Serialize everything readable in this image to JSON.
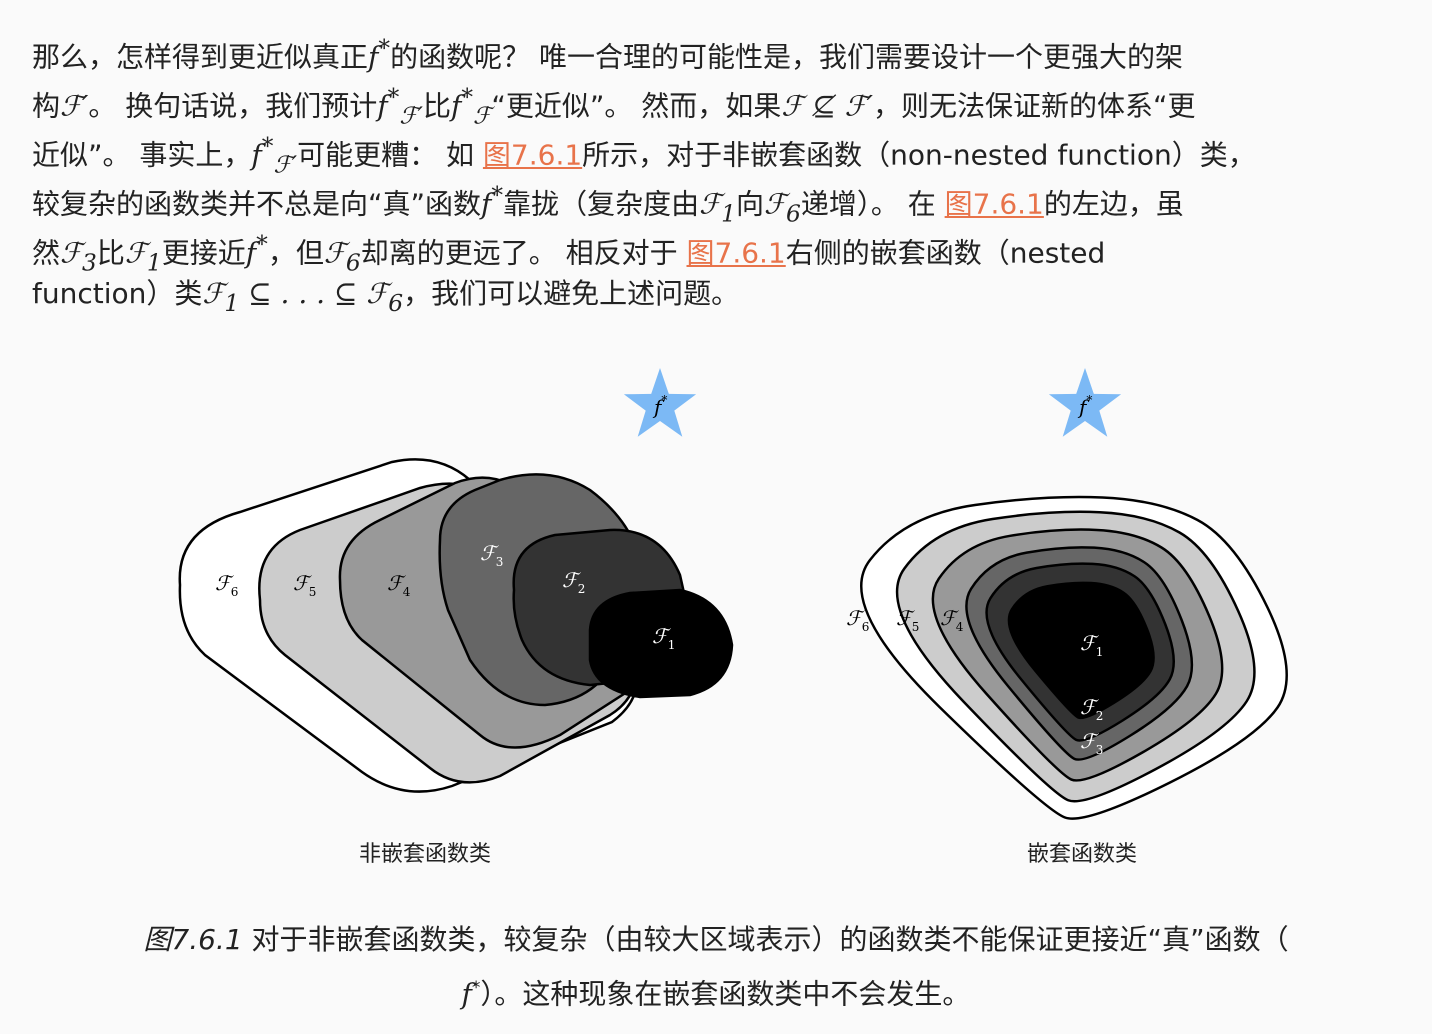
{
  "paragraph": {
    "lines": [
      [
        [
          "t",
          "那么，怎样得到更近似真正"
        ],
        [
          "m",
          "f"
        ],
        [
          "sup",
          "*"
        ],
        [
          "t",
          "的函数呢？ 唯一合理的可能性是，我们需要设计一个更强大的架"
        ]
      ],
      [
        [
          "t",
          "构"
        ],
        [
          "m",
          "ℱ′"
        ],
        [
          "t",
          "。 换句话说，我们预计"
        ],
        [
          "m",
          "f"
        ],
        [
          "sup",
          "*"
        ],
        [
          "sub",
          "ℱ′"
        ],
        [
          "t",
          "比"
        ],
        [
          "m",
          "f"
        ],
        [
          "sup",
          "*"
        ],
        [
          "sub",
          "ℱ"
        ],
        [
          "t",
          "“更近似”。 然而，如果"
        ],
        [
          "m",
          "ℱ ⊈ ℱ′"
        ],
        [
          "t",
          "，则无法保证新的体系“更"
        ]
      ],
      [
        [
          "t",
          "近似”。 事实上，"
        ],
        [
          "m",
          "f"
        ],
        [
          "sup",
          "*"
        ],
        [
          "sub",
          "ℱ′"
        ],
        [
          "t",
          "可能更糟： 如 "
        ],
        [
          "link",
          "图7.6.1"
        ],
        [
          "t",
          "所示，对于非嵌套函数（non-nested function）类，"
        ]
      ],
      [
        [
          "t",
          "较复杂的函数类并不总是向“真”函数"
        ],
        [
          "m",
          "f"
        ],
        [
          "sup",
          "*"
        ],
        [
          "t",
          "靠拢（复杂度由"
        ],
        [
          "m",
          "ℱ"
        ],
        [
          "sub",
          "1"
        ],
        [
          "t",
          "向"
        ],
        [
          "m",
          "ℱ"
        ],
        [
          "sub",
          "6"
        ],
        [
          "t",
          "递增）。 在 "
        ],
        [
          "link",
          "图7.6.1"
        ],
        [
          "t",
          "的左边，虽"
        ]
      ],
      [
        [
          "t",
          "然"
        ],
        [
          "m",
          "ℱ"
        ],
        [
          "sub",
          "3"
        ],
        [
          "t",
          "比"
        ],
        [
          "m",
          "ℱ"
        ],
        [
          "sub",
          "1"
        ],
        [
          "t",
          "更接近"
        ],
        [
          "m",
          "f"
        ],
        [
          "sup",
          "*"
        ],
        [
          "t",
          "，但"
        ],
        [
          "m",
          "ℱ"
        ],
        [
          "sub",
          "6"
        ],
        [
          "t",
          "却离的更远了。 相反对于 "
        ],
        [
          "link",
          "图7.6.1"
        ],
        [
          "t",
          "右侧的嵌套函数（nested"
        ]
      ],
      [
        [
          "t",
          "function）类"
        ],
        [
          "m",
          "ℱ"
        ],
        [
          "sub",
          "1"
        ],
        [
          "m",
          " ⊆ . . . ⊆ ℱ"
        ],
        [
          "sub",
          "6"
        ],
        [
          "t",
          "，我们可以避免上述问题。"
        ]
      ]
    ]
  },
  "figure": {
    "star_label": "f",
    "star_sup": "*",
    "star_color": "#7cb9f5",
    "left": {
      "caption": "非嵌套函数类",
      "classes": [
        {
          "sym": "ℱ",
          "idx": "6",
          "fill": "#ffffff"
        },
        {
          "sym": "ℱ",
          "idx": "5",
          "fill": "#cccccc"
        },
        {
          "sym": "ℱ",
          "idx": "4",
          "fill": "#999999"
        },
        {
          "sym": "ℱ",
          "idx": "3",
          "fill": "#666666"
        },
        {
          "sym": "ℱ",
          "idx": "2",
          "fill": "#333333"
        },
        {
          "sym": "ℱ",
          "idx": "1",
          "fill": "#000000"
        }
      ]
    },
    "right": {
      "caption": "嵌套函数类",
      "classes": [
        {
          "sym": "ℱ",
          "idx": "6",
          "fill": "#ffffff"
        },
        {
          "sym": "ℱ",
          "idx": "5",
          "fill": "#cccccc"
        },
        {
          "sym": "ℱ",
          "idx": "4",
          "fill": "#999999"
        },
        {
          "sym": "ℱ",
          "idx": "3",
          "fill": "#666666"
        },
        {
          "sym": "ℱ",
          "idx": "2",
          "fill": "#333333"
        },
        {
          "sym": "ℱ",
          "idx": "1",
          "fill": "#000000"
        }
      ]
    },
    "caption": {
      "number": "图7.6.1",
      "line1": " 对于非嵌套函数类，较复杂（由较大区域表示）的函数类不能保证更接近“真”函数（",
      "math": "f",
      "sup": "*",
      "line2": "）。这种现象在嵌套函数类中不会发生。"
    }
  }
}
